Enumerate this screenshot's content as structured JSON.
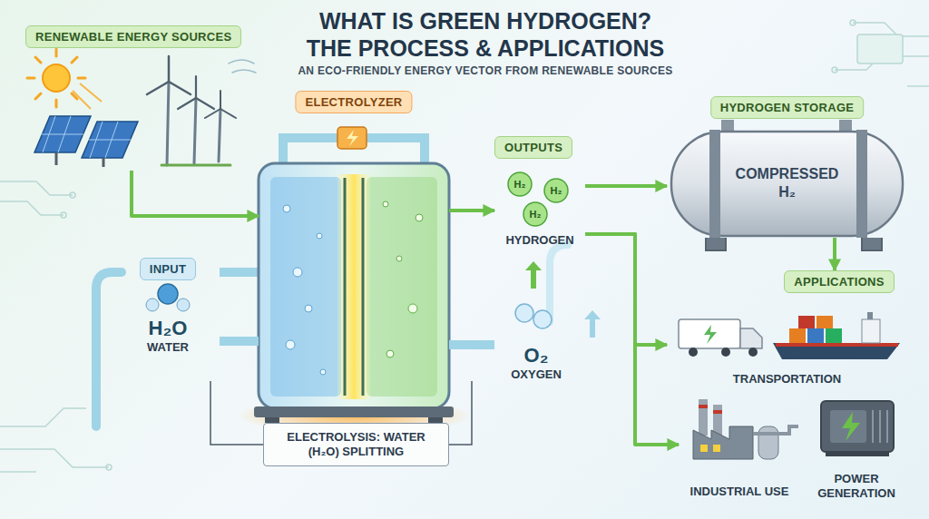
{
  "diagram": {
    "title": "WHAT IS GREEN HYDROGEN? THE PROCESS & APPLICATIONS",
    "caption": "AN ECO-FRIENDLY ENERGY VECTOR FROM RENEWABLE SOURCES",
    "nodes": [
      {
        "text": [
          "RENEWABLE ENERGY SOURCES"
        ]
      },
      {
        "text": [
          "ELECTROLYZER"
        ]
      },
      {
        "text": [
          "INPUT",
          "H₂O",
          "WATER"
        ]
      },
      {
        "text": [
          "HYDROGEN"
        ]
      },
      {
        "text": [
          "O₂",
          "OXYGEN"
        ]
      },
      {
        "text": [
          "HYDROGEN STORAGE",
          "COMPRESSED H₂"
        ]
      },
      {
        "text": [
          "APPLICATIONS"
        ]
      },
      {
        "text": [
          "TRANSPORTATION"
        ]
      },
      {
        "text": [
          "INDUSTRIAL USE"
        ]
      },
      {
        "text": [
          "POWER GENERATION"
        ]
      },
      {
        "text": [
          "ELECTROLYSIS: WATER (H₂O) SPLITTING"
        ]
      }
    ],
    "edges": [
      {
        "from": 0,
        "to": 1,
        "arrow": "to"
      },
      {
        "from": 2,
        "to": 1,
        "arrow": "none"
      },
      {
        "from": 1,
        "to": 3,
        "arrow": "to"
      },
      {
        "from": 1,
        "to": 4,
        "arrow": "none"
      },
      {
        "from": 3,
        "to": 5,
        "arrow": "to"
      },
      {
        "from": 5,
        "to": 6,
        "arrow": "to"
      },
      {
        "from": 3,
        "to": 7,
        "arrow": "to"
      },
      {
        "from": 3,
        "to": 8,
        "arrow": "to"
      }
    ],
    "labels": [
      "OUTPUTS",
      "H₂",
      "H₂",
      "H₂"
    ]
  }
}
